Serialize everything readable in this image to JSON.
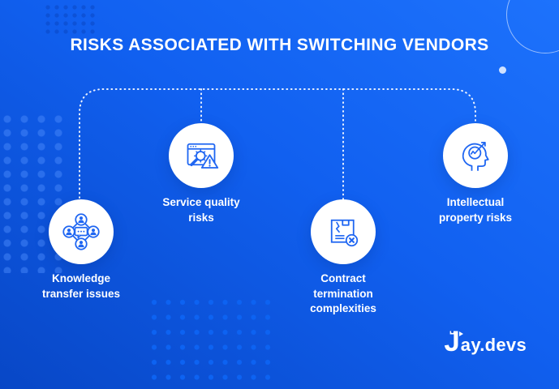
{
  "title": "RISKS ASSOCIATED WITH SWITCHING VENDORS",
  "risks": [
    {
      "label": "Knowledge\ntransfer issues",
      "icon": "people-network-icon"
    },
    {
      "label": "Service quality\nrisks",
      "icon": "browser-settings-warning-icon"
    },
    {
      "label": "Contract\ntermination\ncomplexities",
      "icon": "contract-cancelled-icon"
    },
    {
      "label": "Intellectual\nproperty risks",
      "icon": "head-growth-arrow-icon"
    }
  ],
  "logo": {
    "initial": "J",
    "text": "ay.devs"
  },
  "colors": {
    "background_top": "#1d72fc",
    "background_bottom": "#0847c6",
    "icon_accent": "#1f66f2",
    "text": "#ffffff"
  }
}
